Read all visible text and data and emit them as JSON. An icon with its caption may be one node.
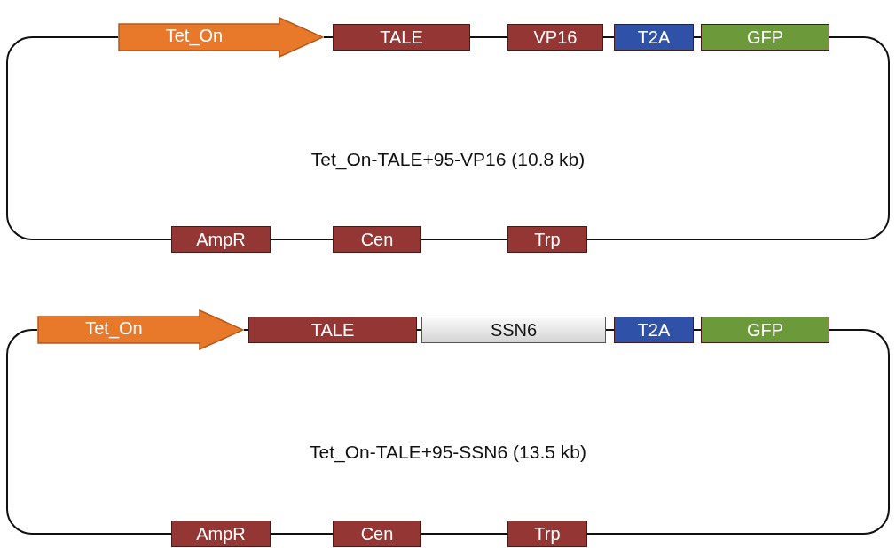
{
  "diagram": {
    "nodes": [
      {
        "text": [
          "Tet_On"
        ]
      },
      {
        "text": [
          "TALE"
        ]
      },
      {
        "text": [
          "VP16"
        ]
      },
      {
        "text": [
          "T2A"
        ]
      },
      {
        "text": [
          "GFP"
        ]
      },
      {
        "text": [
          "AmpR"
        ]
      },
      {
        "text": [
          "Cen"
        ]
      },
      {
        "text": [
          "Trp"
        ]
      },
      {
        "text": [
          "Tet_On"
        ]
      },
      {
        "text": [
          "TALE"
        ]
      },
      {
        "text": [
          "SSN6"
        ]
      },
      {
        "text": [
          "T2A"
        ]
      },
      {
        "text": [
          "GFP"
        ]
      },
      {
        "text": [
          "AmpR"
        ]
      },
      {
        "text": [
          "Cen"
        ]
      },
      {
        "text": [
          "Trp"
        ]
      }
    ],
    "edges": [
      {
        "from": 0,
        "to": 1,
        "arrow": "none"
      },
      {
        "from": 1,
        "to": 2,
        "arrow": "none"
      },
      {
        "from": 2,
        "to": 3,
        "arrow": "none"
      },
      {
        "from": 3,
        "to": 4,
        "arrow": "none"
      },
      {
        "from": 4,
        "to": 7,
        "arrow": "none"
      },
      {
        "from": 7,
        "to": 6,
        "arrow": "none"
      },
      {
        "from": 6,
        "to": 5,
        "arrow": "none"
      },
      {
        "from": 5,
        "to": 0,
        "arrow": "none"
      },
      {
        "from": 8,
        "to": 9,
        "arrow": "none"
      },
      {
        "from": 9,
        "to": 10,
        "arrow": "none"
      },
      {
        "from": 10,
        "to": 11,
        "arrow": "none"
      },
      {
        "from": 11,
        "to": 12,
        "arrow": "none"
      },
      {
        "from": 12,
        "to": 15,
        "arrow": "none"
      },
      {
        "from": 15,
        "to": 14,
        "arrow": "none"
      },
      {
        "from": 14,
        "to": 13,
        "arrow": "none"
      },
      {
        "from": 13,
        "to": 8,
        "arrow": "none"
      }
    ],
    "labels": [
      "Tet_On-TALE+95-VP16 (10.8 kb)",
      "Tet_On-TALE+95-SSN6 (13.5 kb)"
    ]
  }
}
